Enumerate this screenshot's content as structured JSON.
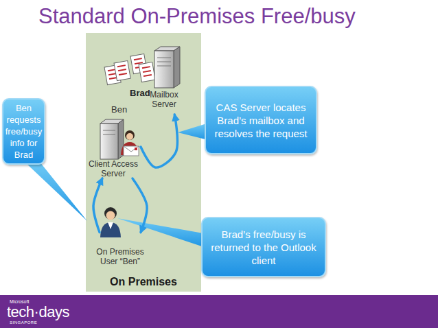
{
  "diagram": {
    "title": "Standard On-Premises Free/busy",
    "nodes": [
      {
        "text": [
          "On Premises"
        ]
      },
      {
        "text": [
          "Brad",
          "Mailbox Server"
        ],
        "in": 0
      },
      {
        "text": [
          "Client Access Server"
        ],
        "in": 0
      },
      {
        "text": [
          "On Premises User “Ben”"
        ],
        "in": 0
      },
      {
        "text": [
          "Ben requests free/busy info for Brad"
        ]
      },
      {
        "text": [
          "CAS Server locates Brad’s mailbox and resolves the request"
        ]
      },
      {
        "text": [
          "Brad’s free/busy is returned to the Outlook client"
        ]
      }
    ],
    "edges": [
      {
        "from": 3,
        "to": 2,
        "arrow": "to"
      },
      {
        "from": 2,
        "to": 3,
        "arrow": "to"
      },
      {
        "from": 2,
        "to": 1,
        "arrow": "to"
      }
    ],
    "labels": [
      "Ben",
      "Microsoft",
      "tech·days",
      "SINGAPORE"
    ]
  }
}
